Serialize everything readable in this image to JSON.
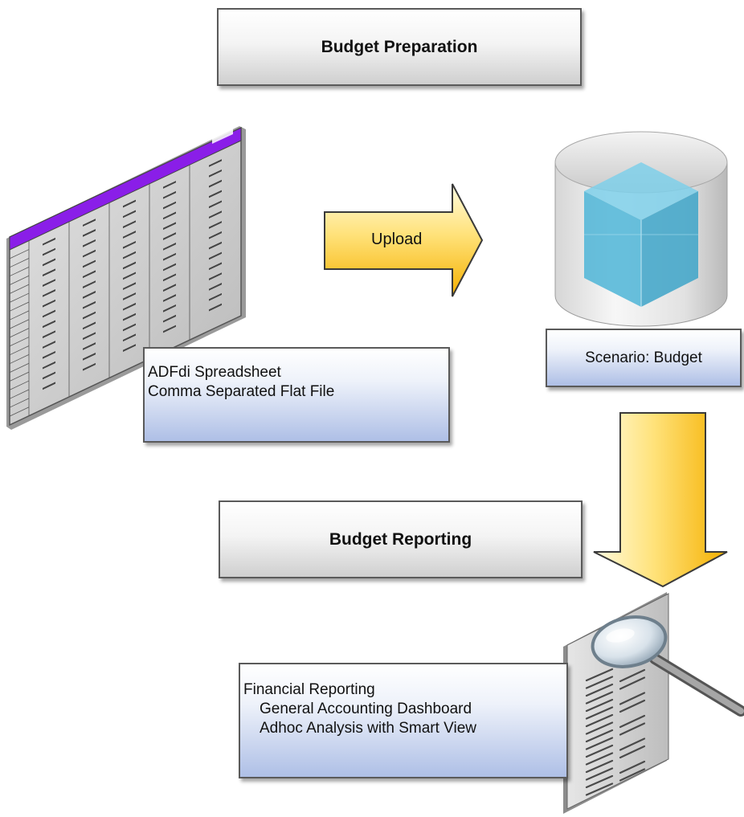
{
  "header_prep": {
    "label": "Budget Preparation"
  },
  "header_reporting": {
    "label": "Budget Reporting"
  },
  "upload_arrow": {
    "label": "Upload"
  },
  "source_box": {
    "lines": [
      "ADFdi Spreadsheet",
      "Comma Separated Flat File"
    ]
  },
  "scenario_box": {
    "label": "Scenario: Budget"
  },
  "reporting_box": {
    "title": "Financial Reporting",
    "items": [
      "General Accounting Dashboard",
      "Adhoc Analysis with Smart View"
    ]
  },
  "icons": {
    "spreadsheet": "spreadsheet-icon",
    "database": "database-cube-icon",
    "report": "report-magnifier-icon"
  },
  "colors": {
    "arrow_fill_light": "#fffbe0",
    "arrow_fill_dark": "#f5b000",
    "spreadsheet_header": "#8a1ee8",
    "cube": "#48b6d8"
  }
}
